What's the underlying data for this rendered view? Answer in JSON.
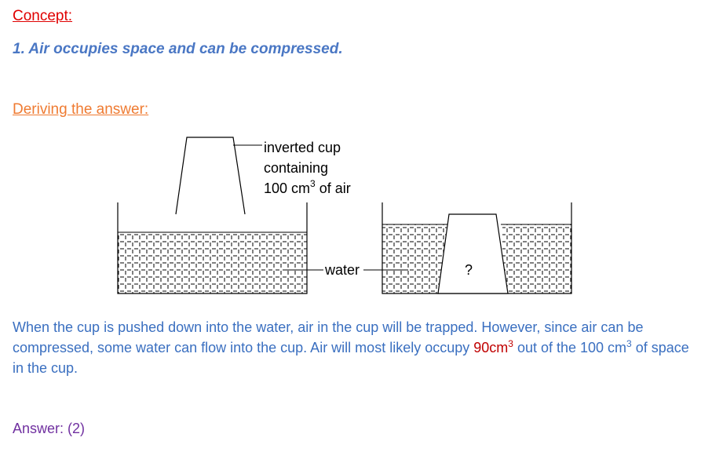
{
  "concept": {
    "heading": "Concept:",
    "point": "1. Air occupies space and can be compressed."
  },
  "deriving": {
    "heading": "Deriving the answer:"
  },
  "diagram": {
    "cup_label_line1": "inverted cup",
    "cup_label_line2": "containing",
    "cup_label_line3_pre": "100 cm",
    "cup_label_line3_sup": "3",
    "cup_label_line3_post": " of air",
    "water_label": "water",
    "unknown_mark": "?"
  },
  "explanation": {
    "part1": "When the cup is pushed down into the water, air in the cup will be trapped. However, since air can be compressed, some water can flow into the cup. Air will most likely occupy ",
    "highlight_pre": "90cm",
    "highlight_sup": "3",
    "part2": " out of the 100 cm",
    "part2_sup": "3",
    "part3": " of space in the cup."
  },
  "answer": {
    "text": "Answer: (2)"
  },
  "colors": {
    "concept_heading": "#e00000",
    "concept_text": "#4a77c4",
    "deriving_heading": "#ef7b32",
    "explanation_text": "#3a6fc0",
    "highlight": "#c00000",
    "answer_text": "#7030a0"
  }
}
